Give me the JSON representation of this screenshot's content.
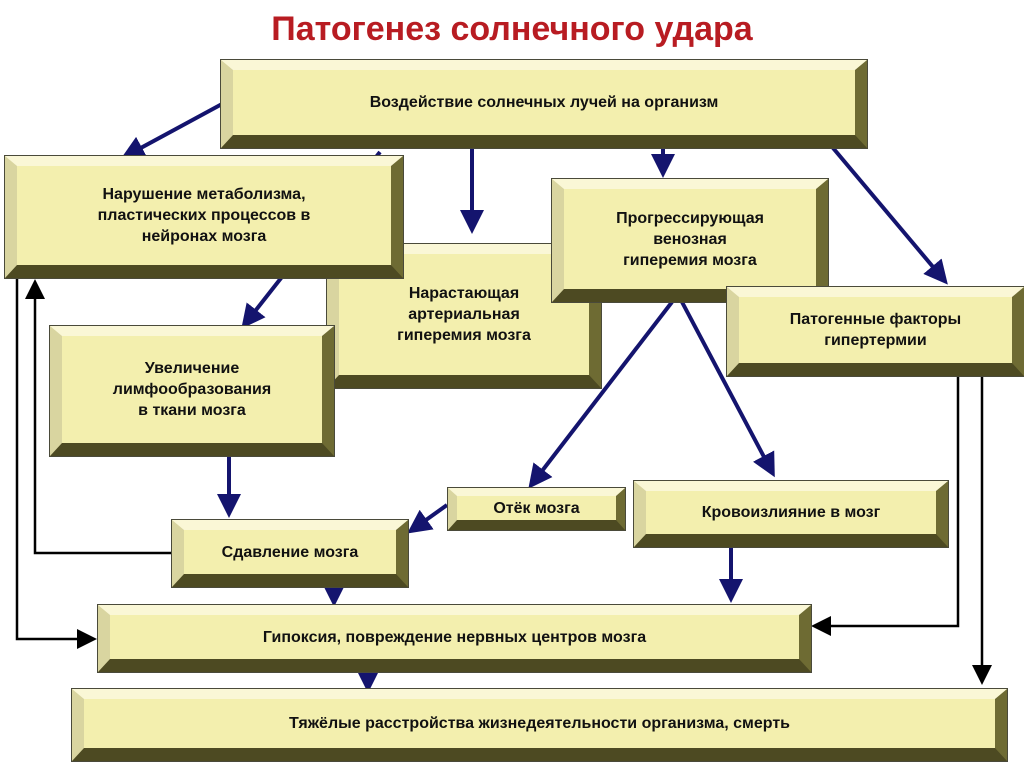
{
  "title": "Патогенез солнечного удара",
  "nodes": {
    "sun_exposure": "Воздействие солнечных лучей на организм",
    "metabolism": "Нарушение метаболизма,\nпластических процессов в\nнейронах мозга",
    "arterial": "Нарастающая\nартериальная\nгиперемия мозга",
    "venous": "Прогрессирующая\nвенозная\nгиперемия мозга",
    "hyperthermia": "Патогенные факторы\nгипертермии",
    "lymph": "Увеличение\nлимфообразования\nв ткани мозга",
    "edema": "Отёк мозга",
    "hemorrhage": "Кровоизлияние в мозг",
    "compression": "Сдавление мозга",
    "hypoxia": "Гипоксия, повреждение нервных центров мозга",
    "death": "Тяжёлые расстройства жизнедеятельности организма, смерть"
  },
  "colors": {
    "title": "#b81c22",
    "box_fill": "#f3efae",
    "arrow_blue": "#14146e",
    "arrow_black": "#000000"
  }
}
